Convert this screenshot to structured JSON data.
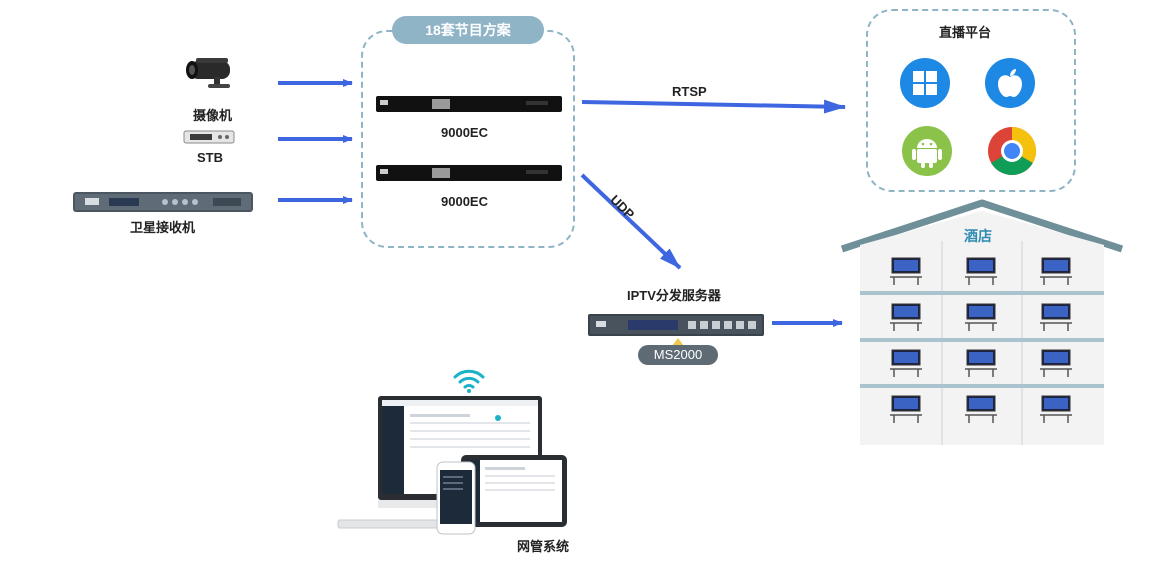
{
  "sources": {
    "camera": "摄像机",
    "stb": "STB",
    "satellite": "卫星接收机"
  },
  "scheme": {
    "title": "18套节目方案",
    "encoder1": "9000EC",
    "encoder2": "9000EC"
  },
  "protocols": {
    "rtsp": "RTSP",
    "udp": "UDP"
  },
  "server": {
    "title": "IPTV分发服务器",
    "model": "MS2000"
  },
  "platform": {
    "title": "直播平台",
    "icons": [
      "windows-icon",
      "apple-icon",
      "android-icon",
      "chrome-icon"
    ]
  },
  "hotel": {
    "title": "酒店"
  },
  "management": {
    "title": "网管系统"
  },
  "colors": {
    "arrow": "#3e66e0",
    "dash": "#8fb4c6",
    "pill": "#8fb4c6",
    "roof": "#6f8f99",
    "floor": "#a9c3cf",
    "windows": "#1e88e5",
    "apple": "#1e88e5",
    "android": "#8bc34a"
  }
}
